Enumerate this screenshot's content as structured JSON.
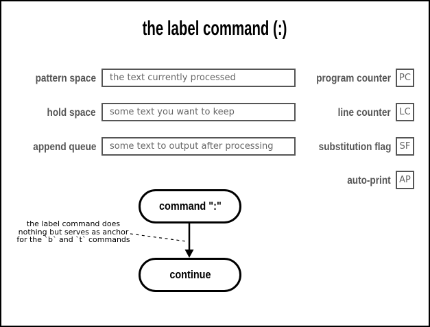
{
  "title": "the label command (:)",
  "fields": [
    {
      "label": "pattern space",
      "value": "the text currently processed"
    },
    {
      "label": "hold space",
      "value": "some text you want to keep"
    },
    {
      "label": "append queue",
      "value": "some text to output after processing"
    }
  ],
  "flags": [
    {
      "label": "program counter",
      "abbr": "PC"
    },
    {
      "label": "line counter",
      "abbr": "LC"
    },
    {
      "label": "substitution flag",
      "abbr": "SF"
    },
    {
      "label": "auto-print",
      "abbr": "AP"
    }
  ],
  "flowchart": {
    "nodes": [
      {
        "label": "command \":\""
      },
      {
        "label": "continue"
      }
    ],
    "annotation": {
      "line1": "the label command does",
      "line2": "nothing but serves as anchor",
      "line3": "for the `b` and `t` commands"
    }
  },
  "colors": {
    "page_border": "#000000",
    "label_gray": "#555555",
    "box_border_gray": "#555555",
    "value_gray": "#666666",
    "flowchart_black": "#000000"
  }
}
